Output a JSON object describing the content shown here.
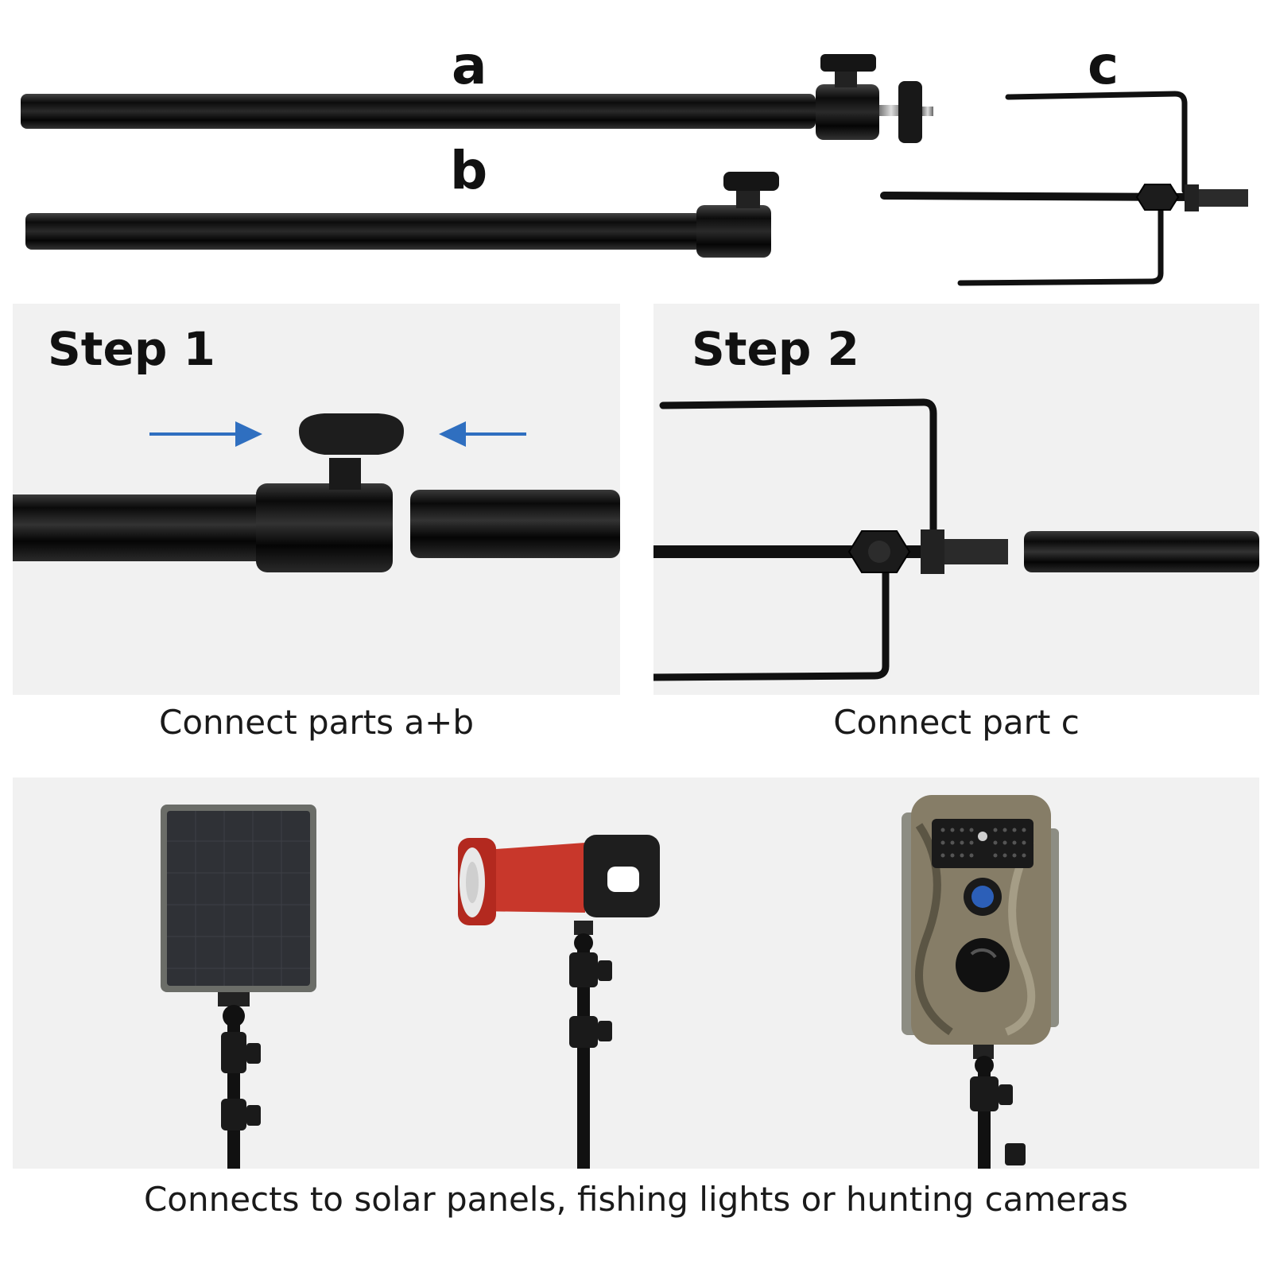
{
  "parts": {
    "a": "a",
    "b": "b",
    "c": "c"
  },
  "steps": [
    {
      "title": "Step 1",
      "caption": "Connect parts a+b"
    },
    {
      "title": "Step 2",
      "caption": "Connect part c"
    }
  ],
  "accessories": {
    "caption": "Connects to solar panels, fishing lights or hunting cameras",
    "items": [
      "solar-panel",
      "fishing-light",
      "hunting-camera"
    ]
  },
  "colors": {
    "pole": "#111111",
    "panel_bg": "#f1f1f1",
    "arrow": "#2f6fc0",
    "flashlight": "#c8372b"
  }
}
